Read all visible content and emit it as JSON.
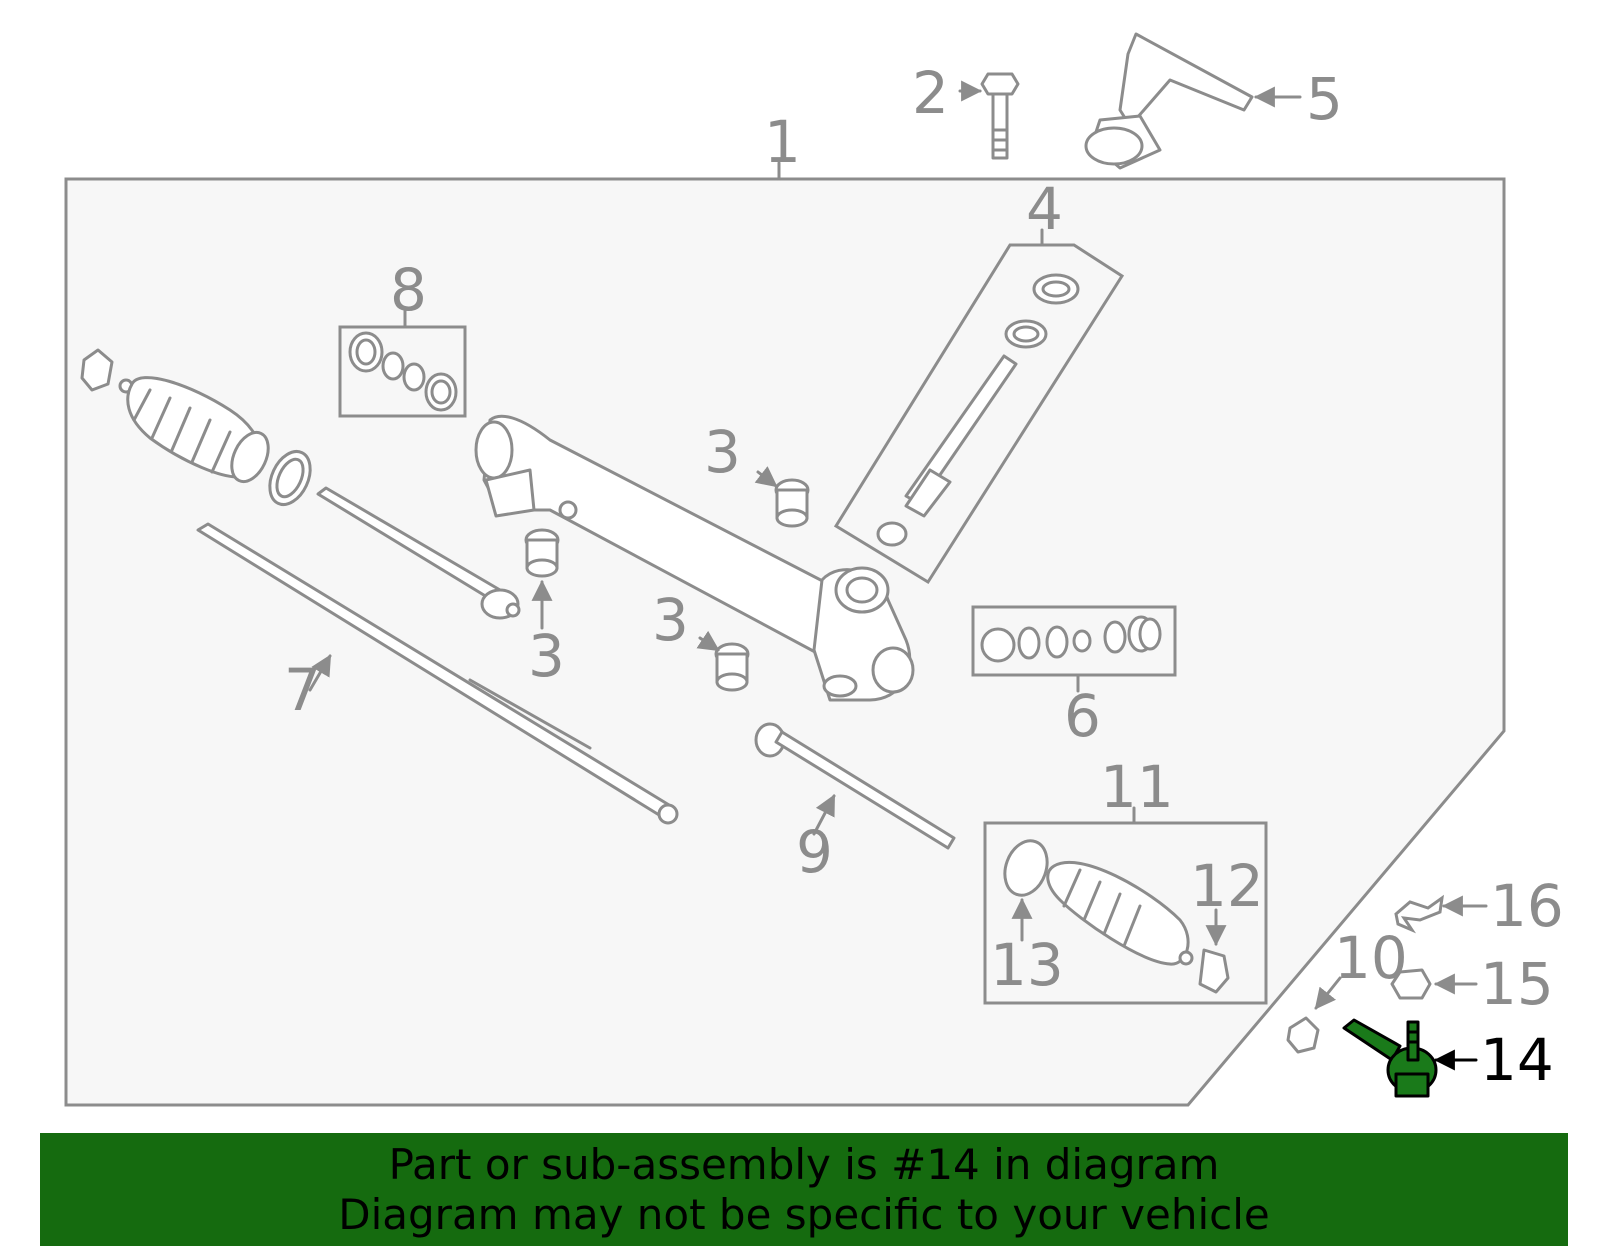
{
  "callouts": {
    "c1": "1",
    "c2": "2",
    "c3a": "3",
    "c3b": "3",
    "c3c": "3",
    "c4": "4",
    "c5": "5",
    "c6": "6",
    "c7": "7",
    "c8": "8",
    "c9": "9",
    "c10": "10",
    "c11": "11",
    "c12": "12",
    "c13": "13",
    "c14": "14",
    "c15": "15",
    "c16": "16"
  },
  "highlighted_part": "14",
  "colors": {
    "outline": "#8c8c8c",
    "assembly_fill": "#f7f7f7",
    "highlight_fill": "#1a7a1a",
    "banner_bg": "#156b0f"
  },
  "banner": {
    "line1": "Part or sub-assembly is #14 in diagram",
    "line2": "Diagram may not be specific to your vehicle"
  }
}
